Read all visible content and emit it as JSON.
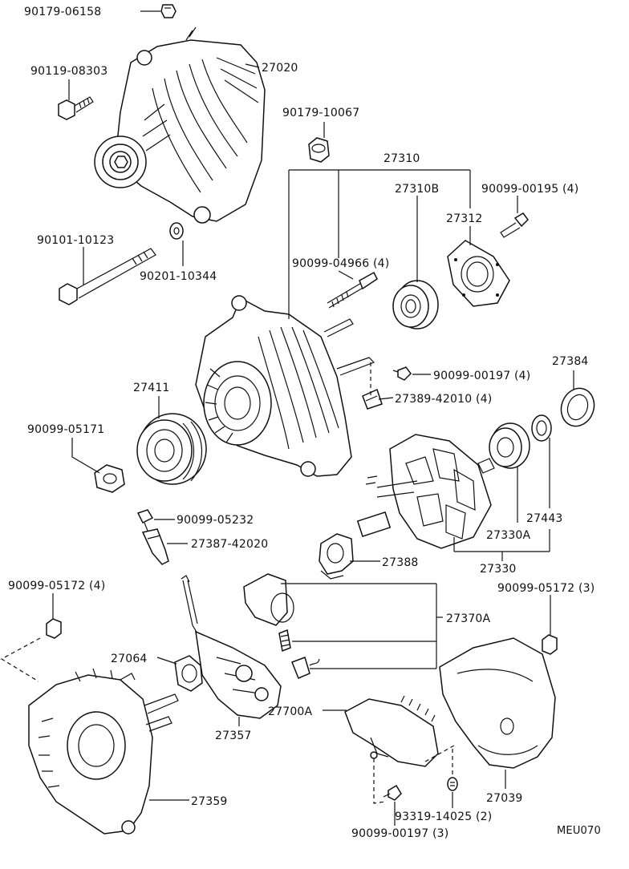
{
  "diagram_code": "MEU070",
  "labels": {
    "p_90179_06158": "90179-06158",
    "p_90119_08303": "90119-08303",
    "p_27020": "27020",
    "p_90179_10067": "90179-10067",
    "p_27310": "27310",
    "p_27310B": "27310B",
    "p_90099_00195": "90099-00195 (4)",
    "p_27312": "27312",
    "p_90101_10123": "90101-10123",
    "p_90201_10344": "90201-10344",
    "p_90099_04966": "90099-04966 (4)",
    "p_27384": "27384",
    "p_27411": "27411",
    "p_90099_00197_4": "90099-00197 (4)",
    "p_27389_42010": "27389-42010 (4)",
    "p_90099_05171": "90099-05171",
    "p_27443": "27443",
    "p_27330A": "27330A",
    "p_90099_05232": "90099-05232",
    "p_27387_42020": "27387-42020",
    "p_27388": "27388",
    "p_27330": "27330",
    "p_90099_05172_4": "90099-05172 (4)",
    "p_90099_05172_3": "90099-05172 (3)",
    "p_27370A": "27370A",
    "p_27064": "27064",
    "p_27700A": "27700A",
    "p_27357": "27357",
    "p_27039": "27039",
    "p_27359": "27359",
    "p_93319_14025": "93319-14025 (2)",
    "p_90099_00197_3": "90099-00197 (3)"
  }
}
